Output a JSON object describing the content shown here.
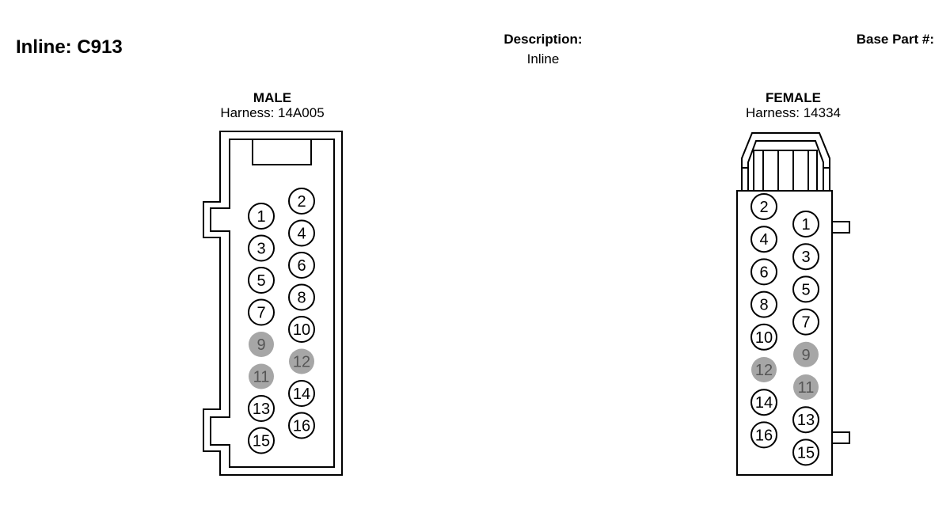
{
  "header": {
    "title": "Inline: C913",
    "description_label": "Description:",
    "description_value": "Inline",
    "base_part_label": "Base Part #:"
  },
  "colors": {
    "outline": "#000000",
    "pin_unused_fill": "#a6a6a6",
    "pin_unused_text": "#555555"
  },
  "male": {
    "title": "MALE",
    "harness": "Harness: 14A005",
    "pins": [
      {
        "num": "1",
        "unused": false
      },
      {
        "num": "2",
        "unused": false
      },
      {
        "num": "3",
        "unused": false
      },
      {
        "num": "4",
        "unused": false
      },
      {
        "num": "5",
        "unused": false
      },
      {
        "num": "6",
        "unused": false
      },
      {
        "num": "7",
        "unused": false
      },
      {
        "num": "8",
        "unused": false
      },
      {
        "num": "9",
        "unused": true
      },
      {
        "num": "10",
        "unused": false
      },
      {
        "num": "11",
        "unused": true
      },
      {
        "num": "12",
        "unused": true
      },
      {
        "num": "13",
        "unused": false
      },
      {
        "num": "14",
        "unused": false
      },
      {
        "num": "15",
        "unused": false
      },
      {
        "num": "16",
        "unused": false
      }
    ]
  },
  "female": {
    "title": "FEMALE",
    "harness": "Harness: 14334",
    "pins": [
      {
        "num": "1",
        "unused": false
      },
      {
        "num": "2",
        "unused": false
      },
      {
        "num": "3",
        "unused": false
      },
      {
        "num": "4",
        "unused": false
      },
      {
        "num": "5",
        "unused": false
      },
      {
        "num": "6",
        "unused": false
      },
      {
        "num": "7",
        "unused": false
      },
      {
        "num": "8",
        "unused": false
      },
      {
        "num": "9",
        "unused": true
      },
      {
        "num": "10",
        "unused": false
      },
      {
        "num": "11",
        "unused": true
      },
      {
        "num": "12",
        "unused": true
      },
      {
        "num": "13",
        "unused": false
      },
      {
        "num": "14",
        "unused": false
      },
      {
        "num": "15",
        "unused": false
      },
      {
        "num": "16",
        "unused": false
      }
    ]
  }
}
